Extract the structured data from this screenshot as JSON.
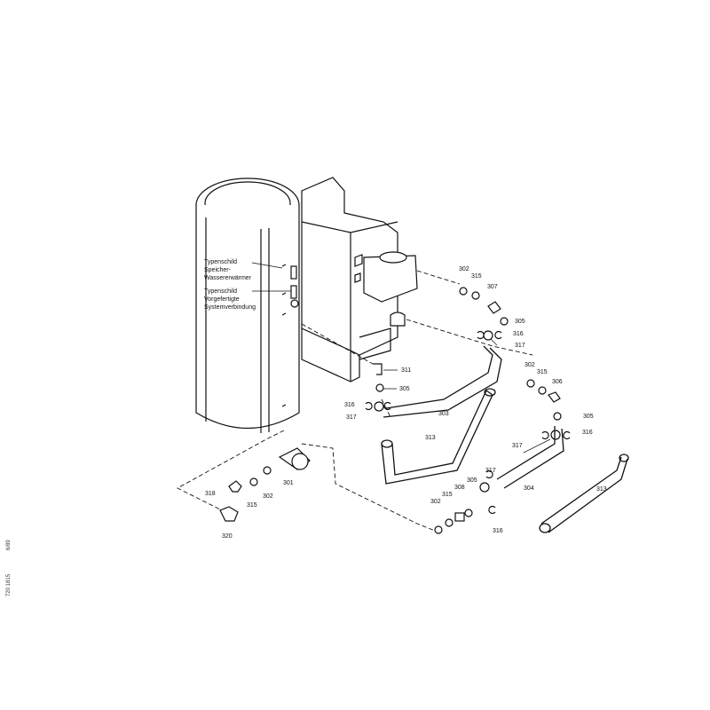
{
  "notes": {
    "typenschild_1": [
      "Typenschild",
      "Speicher-",
      "Wassererwärmer"
    ],
    "typenschild_2": [
      "Typenschild",
      "Vorgefertigte",
      "Systemverbindung"
    ]
  },
  "side_text": [
    "6/89",
    "720 1815"
  ],
  "callouts": [
    "302",
    "315",
    "307",
    "305",
    "316",
    "317",
    "311",
    "305",
    "316",
    "317",
    "303",
    "302",
    "315",
    "306",
    "305",
    "316",
    "317",
    "313",
    "304",
    "313",
    "317",
    "305",
    "308",
    "315",
    "302",
    "316",
    "318",
    "315",
    "302",
    "301",
    "320"
  ]
}
